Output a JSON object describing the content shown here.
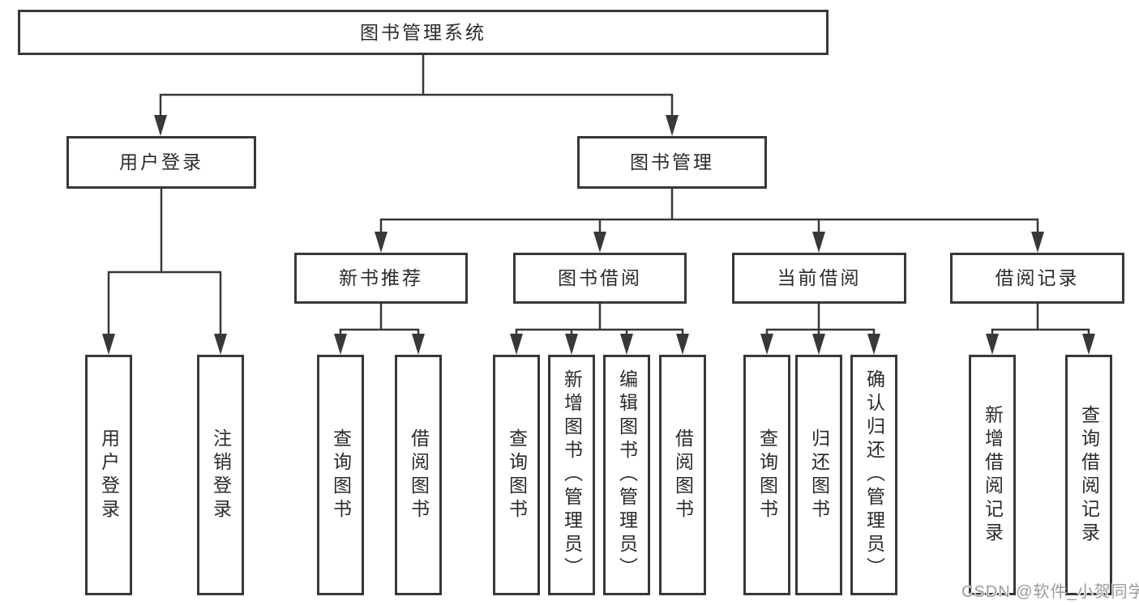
{
  "tree": {
    "root": {
      "label": "图书管理系统",
      "children": [
        {
          "label": "用户登录",
          "children": [
            {
              "label": "用户登录"
            },
            {
              "label": "注销登录"
            }
          ]
        },
        {
          "label": "图书管理",
          "children": [
            {
              "label": "新书推荐",
              "children": [
                {
                  "label": "查询图书"
                },
                {
                  "label": "借阅图书"
                }
              ]
            },
            {
              "label": "图书借阅",
              "children": [
                {
                  "label": "查询图书"
                },
                {
                  "label": "新增图书（管理员）"
                },
                {
                  "label": "编辑图书（管理员）"
                },
                {
                  "label": "借阅图书"
                }
              ]
            },
            {
              "label": "当前借阅",
              "children": [
                {
                  "label": "查询图书"
                },
                {
                  "label": "归还图书"
                },
                {
                  "label": "确认归还（管理员）"
                }
              ]
            },
            {
              "label": "借阅记录",
              "children": [
                {
                  "label": "新增借阅记录"
                },
                {
                  "label": "查询借阅记录"
                }
              ]
            }
          ]
        }
      ]
    }
  },
  "watermark": {
    "label": "CSDN @软件_小贺同学"
  },
  "colors": {
    "line": "#383838",
    "box_border": "#383838",
    "text": "#2b2b2b",
    "watermark": "#9b9b9b",
    "background": "#ffffff"
  }
}
